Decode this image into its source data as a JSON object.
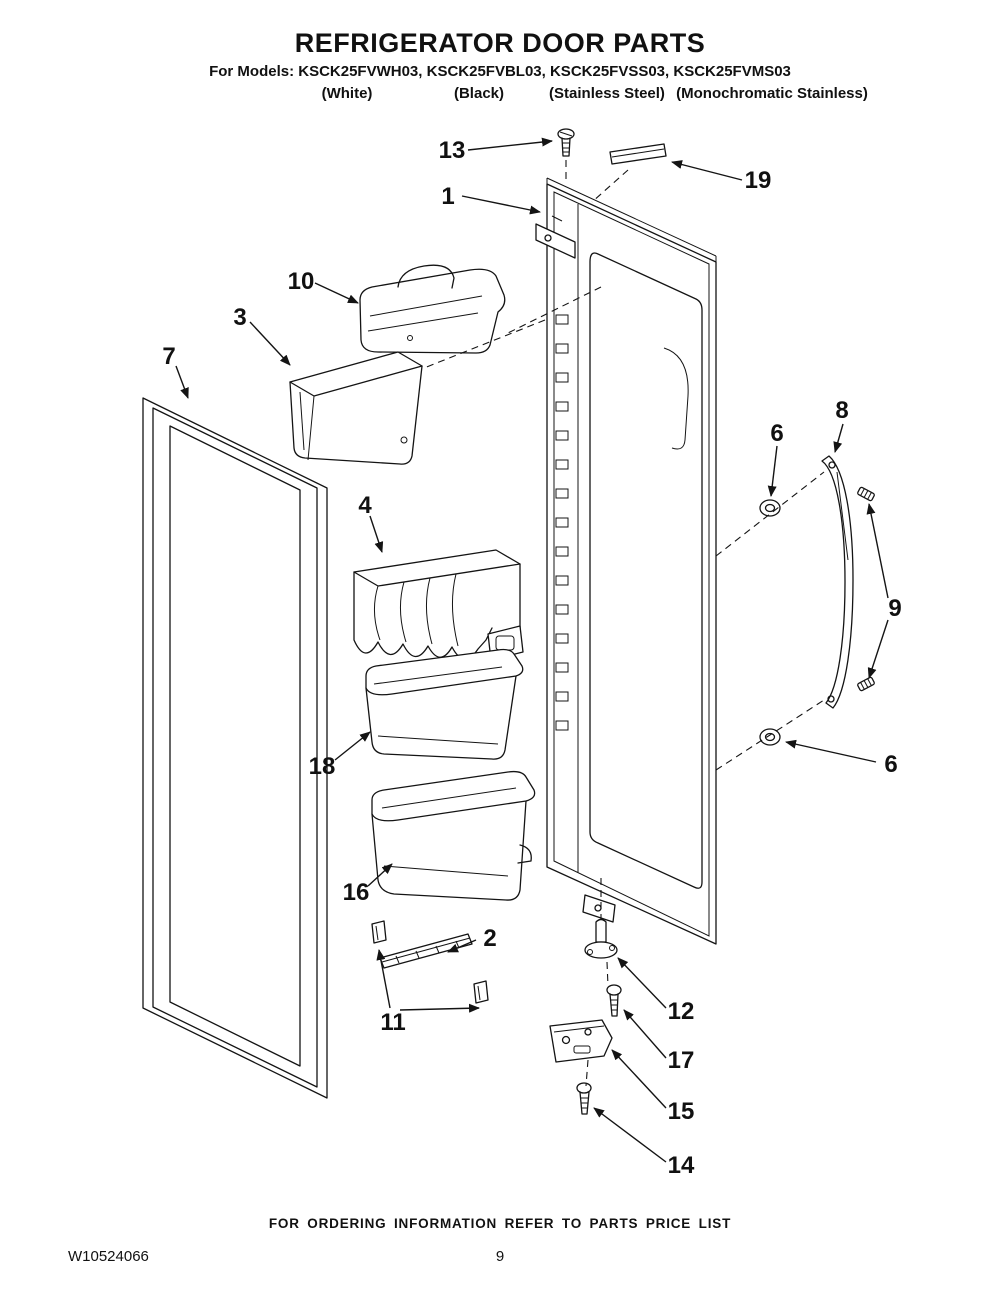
{
  "header": {
    "title": "REFRIGERATOR DOOR PARTS",
    "models_line": "For Models: KSCK25FVWH03, KSCK25FVBL03, KSCK25FVSS03, KSCK25FVMS03",
    "finishes": [
      "(White)",
      "(Black)",
      "(Stainless Steel)",
      "(Monochromatic Stainless)"
    ]
  },
  "footer": {
    "note": "FOR ORDERING INFORMATION REFER TO PARTS PRICE LIST",
    "doc_number": "W10524066",
    "page_number": "9"
  },
  "diagram": {
    "callouts": [
      "13",
      "1",
      "19",
      "10",
      "3",
      "7",
      "4",
      "8",
      "6",
      "9",
      "6",
      "18",
      "16",
      "2",
      "11",
      "12",
      "17",
      "15",
      "14"
    ]
  }
}
